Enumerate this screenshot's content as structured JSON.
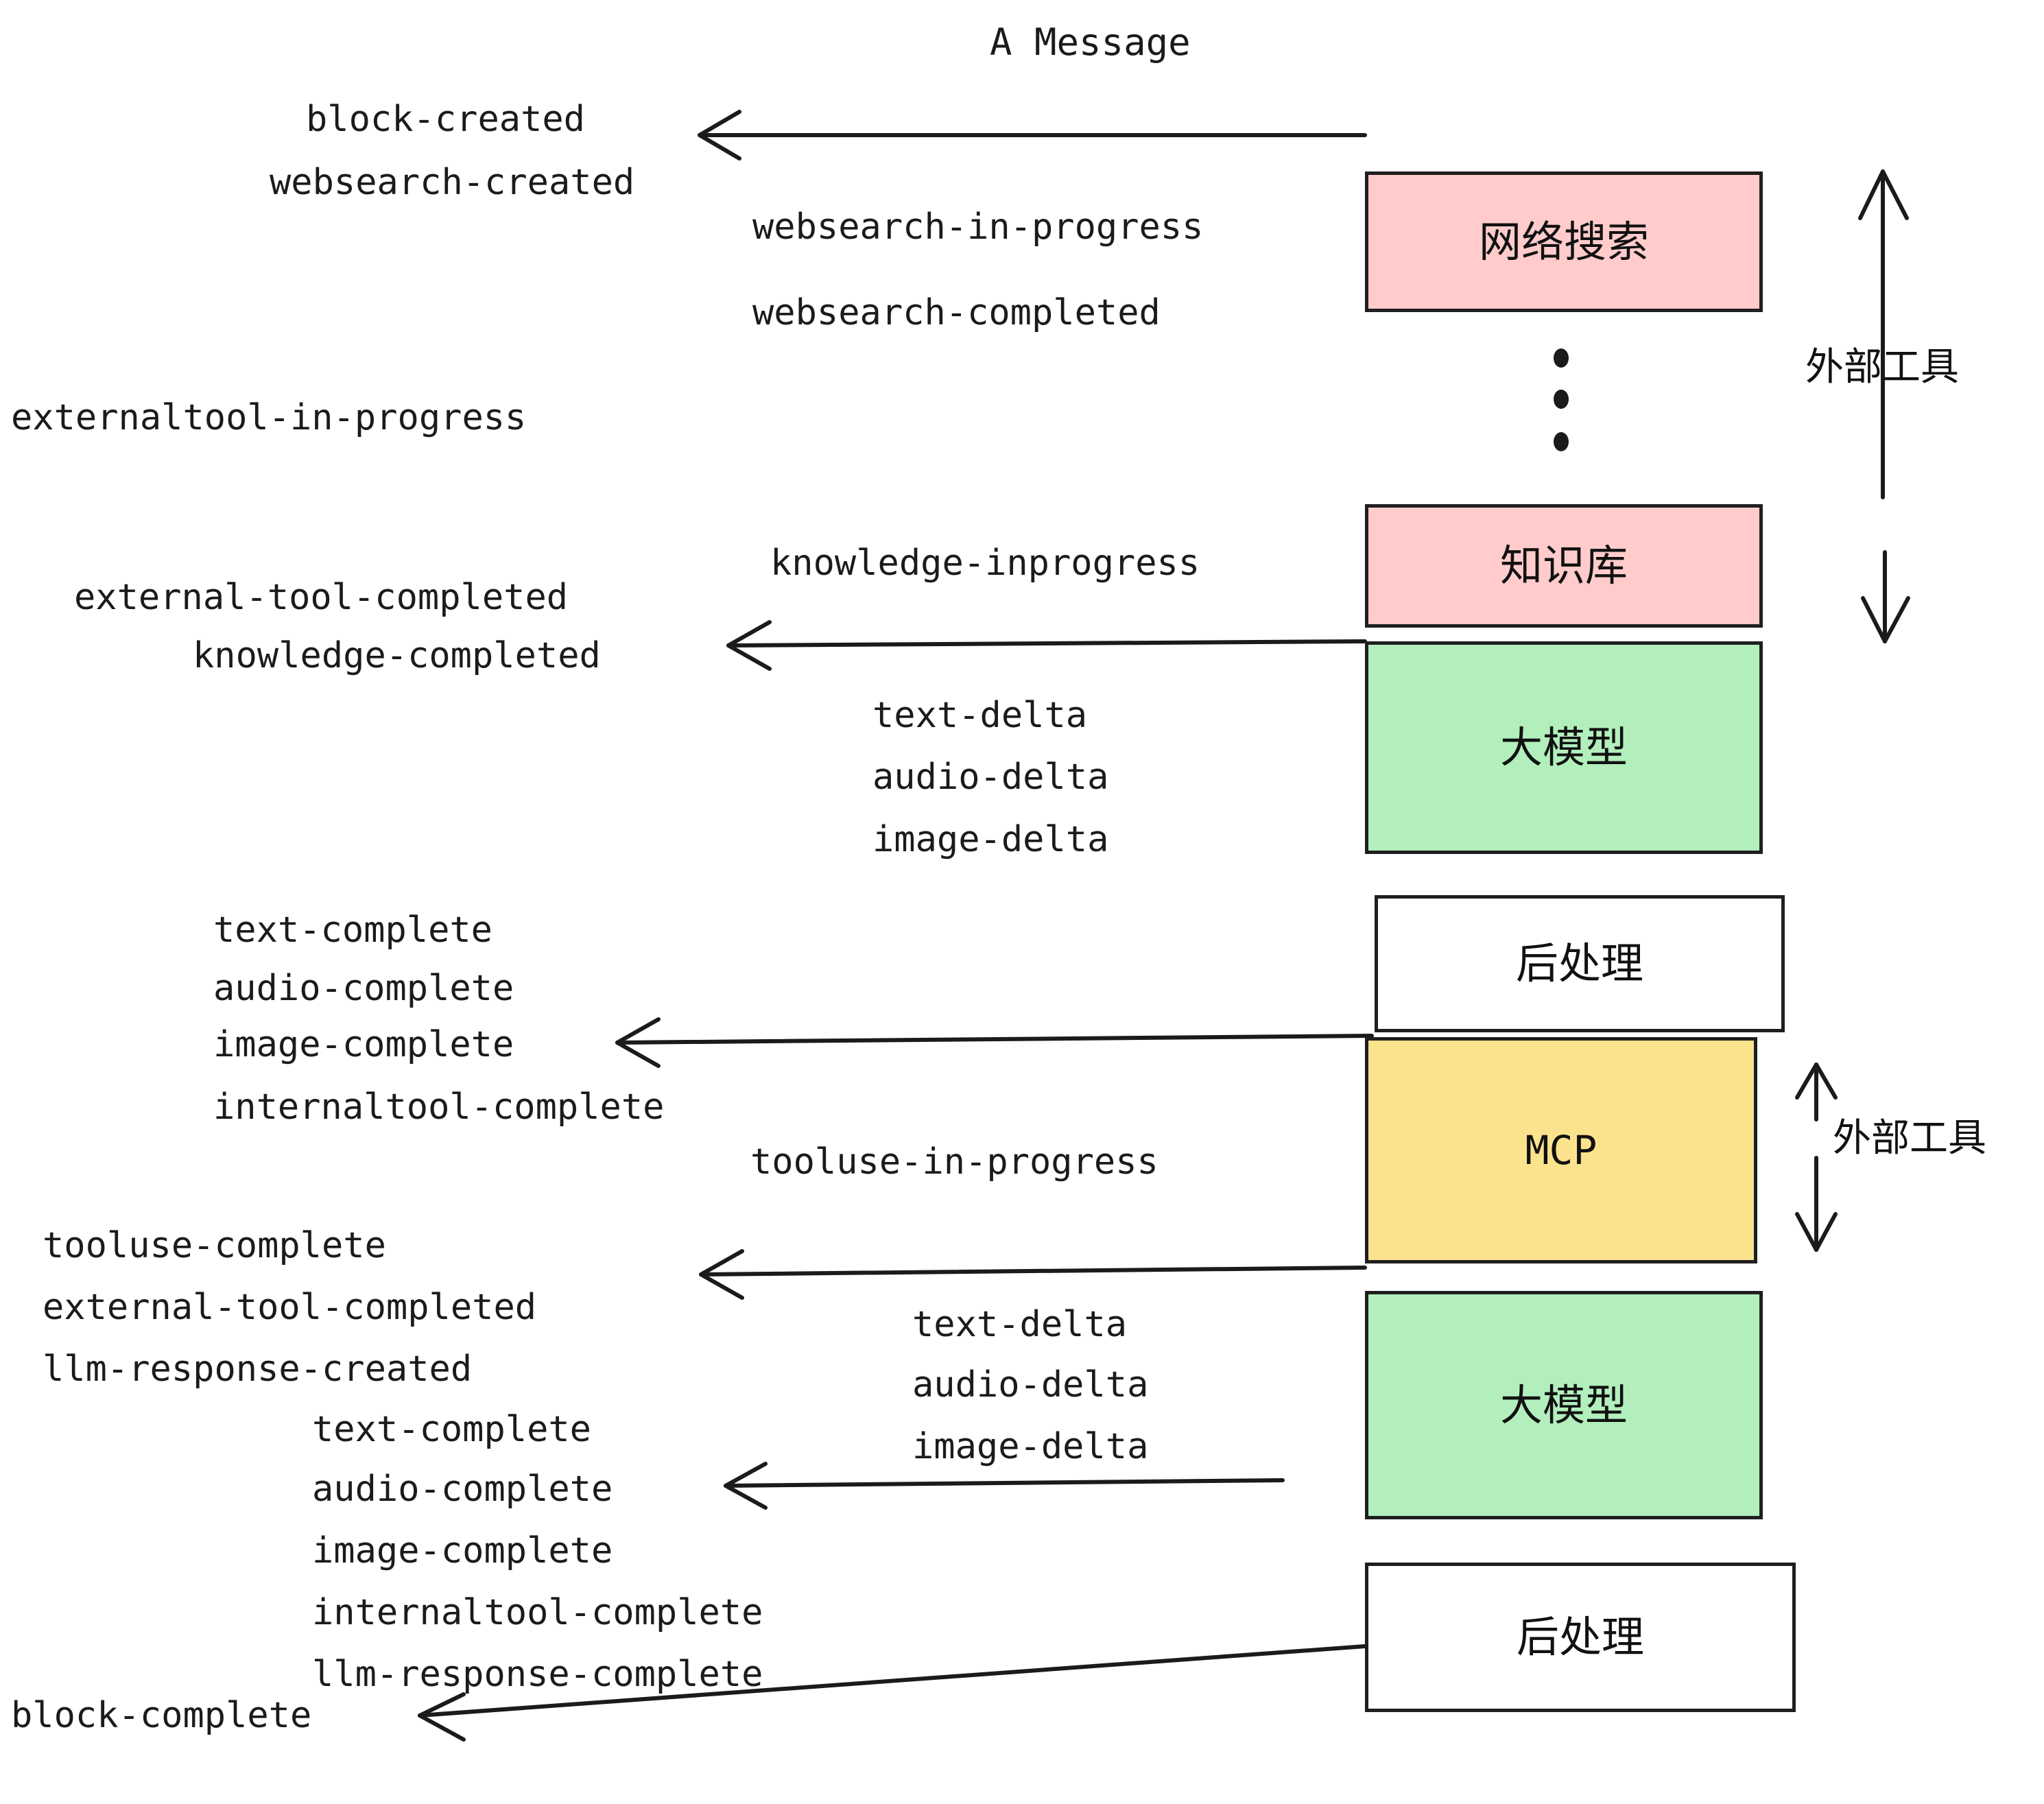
{
  "diagram": {
    "title": "A Message",
    "colors": {
      "pink": "#FFCCCB",
      "green": "#B2EFBC",
      "yellow": "#FBE38D",
      "white": "#FFFFFF",
      "stroke": "#1F1F1F",
      "text": "#1B1B1B"
    },
    "nodes": [
      {
        "id": "websearch",
        "label": "网络搜索",
        "fill": "pink"
      },
      {
        "id": "knowledge",
        "label": "知识库",
        "fill": "pink"
      },
      {
        "id": "llm-1",
        "label": "大模型",
        "fill": "green"
      },
      {
        "id": "postprocess-1",
        "label": "后处理",
        "fill": "white"
      },
      {
        "id": "mcp",
        "label": "MCP",
        "fill": "yellow"
      },
      {
        "id": "llm-2",
        "label": "大模型",
        "fill": "green"
      },
      {
        "id": "postprocess-2",
        "label": "后处理",
        "fill": "white"
      }
    ],
    "side_labels": [
      {
        "id": "external-tools-top",
        "label": "外部工具"
      },
      {
        "id": "external-tools-bottom",
        "label": "外部工具"
      }
    ],
    "events": [
      {
        "id": "block-created",
        "text": "block-created"
      },
      {
        "id": "websearch-created",
        "text": "websearch-created"
      },
      {
        "id": "websearch-in-progress",
        "text": "websearch-in-progress"
      },
      {
        "id": "websearch-completed",
        "text": "websearch-completed"
      },
      {
        "id": "externaltool-in-progress",
        "text": "externaltool-in-progress"
      },
      {
        "id": "knowledge-inprogress",
        "text": "knowledge-inprogress"
      },
      {
        "id": "external-tool-completed-1",
        "text": "external-tool-completed"
      },
      {
        "id": "knowledge-completed",
        "text": "knowledge-completed"
      },
      {
        "id": "text-delta-1",
        "text": "text-delta"
      },
      {
        "id": "audio-delta-1",
        "text": "audio-delta"
      },
      {
        "id": "image-delta-1",
        "text": "image-delta"
      },
      {
        "id": "text-complete-1",
        "text": "text-complete"
      },
      {
        "id": "audio-complete-1",
        "text": "audio-complete"
      },
      {
        "id": "image-complete-1",
        "text": "image-complete"
      },
      {
        "id": "internaltool-complete-1",
        "text": "internaltool-complete"
      },
      {
        "id": "tooluse-in-progress",
        "text": "tooluse-in-progress"
      },
      {
        "id": "tooluse-complete",
        "text": "tooluse-complete"
      },
      {
        "id": "external-tool-completed-2",
        "text": "external-tool-completed"
      },
      {
        "id": "llm-response-created",
        "text": "llm-response-created"
      },
      {
        "id": "text-delta-2",
        "text": "text-delta"
      },
      {
        "id": "audio-delta-2",
        "text": "audio-delta"
      },
      {
        "id": "image-delta-2",
        "text": "image-delta"
      },
      {
        "id": "text-complete-2",
        "text": "text-complete"
      },
      {
        "id": "audio-complete-2",
        "text": "audio-complete"
      },
      {
        "id": "image-complete-2",
        "text": "image-complete"
      },
      {
        "id": "internaltool-complete-2",
        "text": "internaltool-complete"
      },
      {
        "id": "llm-response-complete",
        "text": "llm-response-complete"
      },
      {
        "id": "block-complete",
        "text": "block-complete"
      }
    ],
    "ellipsis": "⋮"
  }
}
